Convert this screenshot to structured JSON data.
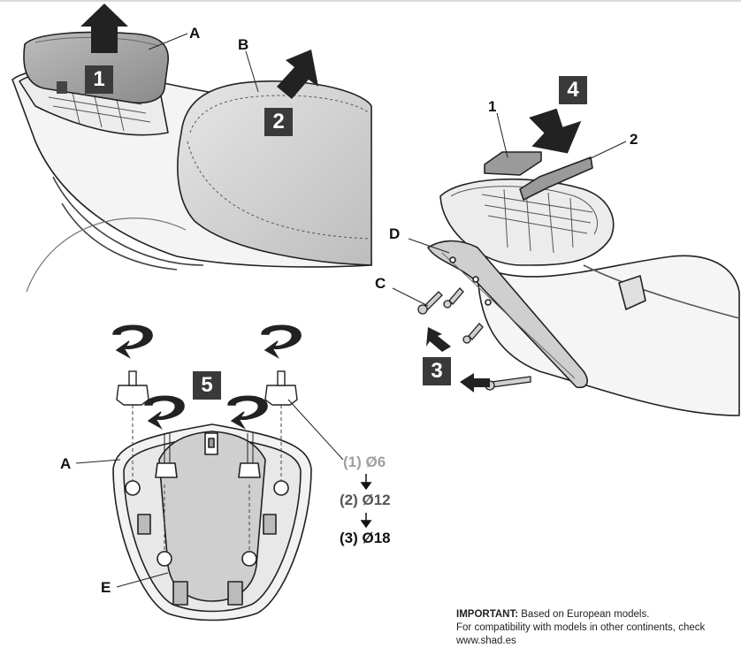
{
  "steps": [
    "1",
    "2",
    "3",
    "4",
    "5"
  ],
  "callouts": {
    "a_top": "A",
    "b": "B",
    "c": "C",
    "d": "D",
    "part1": "1",
    "part2": "2",
    "a_bottom": "A",
    "e": "E"
  },
  "drill_sizes": [
    "(1) Ø6",
    "(2) Ø12",
    "(3) Ø18"
  ],
  "note": {
    "bold": "IMPORTANT:",
    "line1_rest": " Based on European models.",
    "line2": "For compatibility with models in other continents, check www.shad.es"
  },
  "colors": {
    "step_box": "#3a3a3a",
    "arrow": "#222222",
    "size_1": "#a0a0a0",
    "size_2": "#555555",
    "size_3": "#111111"
  }
}
